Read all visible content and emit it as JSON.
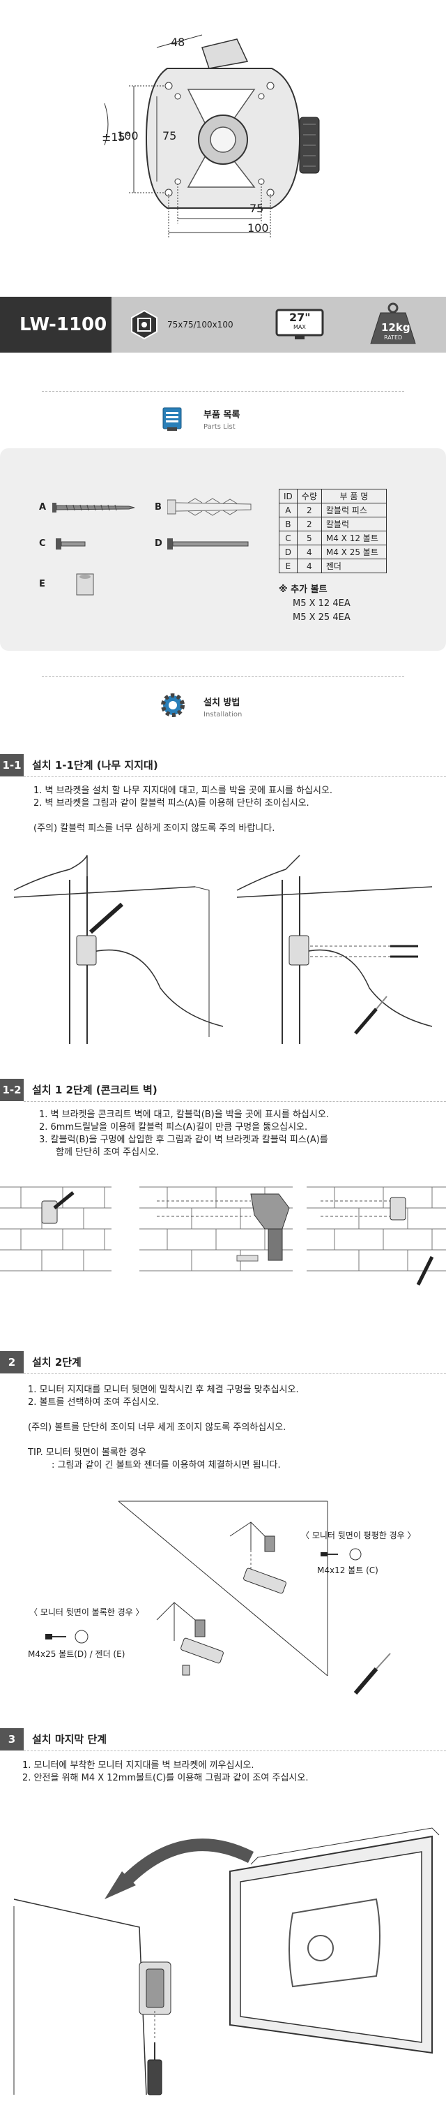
{
  "bracket_diagram": {
    "dim_48": "48",
    "angle": "±15°",
    "dim_v100": "100",
    "dim_v75": "75",
    "dim_h75": "75",
    "dim_h100": "100"
  },
  "spec_bar": {
    "model": "LW-1100",
    "vesa": "75x75/100x100",
    "screen_size": "27\"",
    "screen_max": "MAX",
    "weight": "12kg",
    "weight_sub": "RATED"
  },
  "parts": {
    "title": "부품 목록",
    "subtitle": "Parts List",
    "labels": [
      "A",
      "B",
      "C",
      "D",
      "E"
    ],
    "table": {
      "headers": [
        "ID",
        "수량",
        "부 품 명"
      ],
      "rows": [
        [
          "A",
          "2",
          "칼블럭 피스"
        ],
        [
          "B",
          "2",
          "칼블럭"
        ],
        [
          "C",
          "5",
          "M4 X 12 볼트"
        ],
        [
          "D",
          "4",
          "M4 X 25 볼트"
        ],
        [
          "E",
          "4",
          "젠더"
        ]
      ]
    },
    "extra_title": "※ 추가 볼트",
    "extra_lines": [
      "M5 X 12 4EA",
      "M5 X 25 4EA"
    ]
  },
  "install": {
    "title": "설치 방법",
    "subtitle": "Installation"
  },
  "step_1_1": {
    "num": "1-1",
    "title": "설치 1-1단계 (나무 지지대)",
    "lines": [
      "1. 벽 브라켓을 설치 할 나무 지지대에 대고, 피스를 박을 곳에 표시를 하십시오.",
      "2. 벽 브라켓을 그림과 같이 칼블럭 피스(A)를 이용해 단단히 조이십시오."
    ],
    "caution": "(주의) 칼블럭 피스를 너무 심하게 조이지 않도록 주의 바랍니다."
  },
  "step_1_2": {
    "num": "1-2",
    "title": "설치 1 2단계 (콘크리트 벽)",
    "lines": [
      "1. 벽 브라켓을 콘크리트 벽에 대고, 칼블럭(B)을 박을 곳에 표시를 하십시오.",
      "2. 6mm드릴날을 이용해 칼블럭 피스(A)길이 만큼 구멍을 뚫으십시오.",
      "3. 칼블럭(B)을 구멍에 삽입한 후 그림과 같이 벽 브라켓과 칼블럭 피스(A)를",
      "함께 단단히 조여 주십시오."
    ]
  },
  "step_2": {
    "num": "2",
    "title": "설치 2단계",
    "lines": [
      "1. 모니터 지지대를 모니터 뒷면에 밀착시킨 후 체결 구멍을 맞추십시오.",
      "2. 볼트를 선택하여 조여 주십시오."
    ],
    "caution": "(주의) 볼트를 단단히 조이되 너무 세게 조이지 않도록 주의하십시오.",
    "tip_title": "TIP. 모니터 뒷면이 볼록한 경우",
    "tip_body": ": 그림과 같이 긴 볼트와 젠더를 이용하여 체결하시면 됩니다.",
    "flat_label": "〈 모니터 뒷면이 평평한 경우 〉",
    "flat_bolt": "M4x12 볼트 (C)",
    "convex_label": "〈 모니터 뒷면이 볼록한 경우 〉",
    "convex_bolt": "M4x25 볼트(D) / 젠더 (E)"
  },
  "step_3": {
    "num": "3",
    "title": "설치 마지막 단계",
    "lines": [
      "1. 모니터에 부착한 모니터 지지대를 벽 브라켓에 끼우십시오.",
      "2. 안전을 위해 M4 X 12mm볼트(C)를 이용해 그림과 같이 조여 주십시오."
    ]
  },
  "colors": {
    "model_bg": "#333333",
    "spec_bg": "#c8c8c8",
    "section_num_bg": "#555555",
    "parts_bg": "#efefef"
  }
}
